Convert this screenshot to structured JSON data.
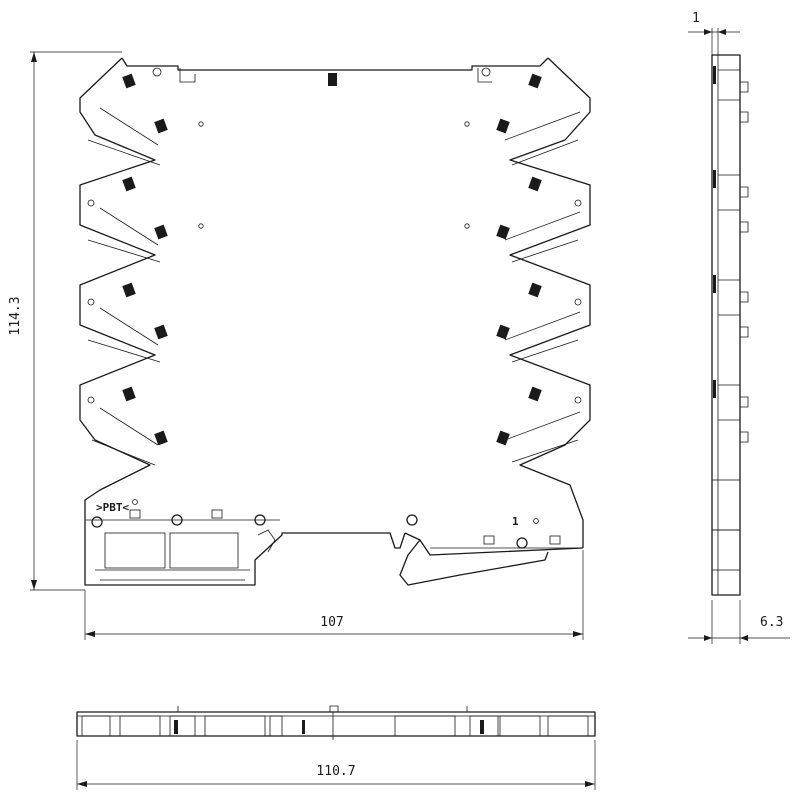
{
  "dimensions": {
    "height": "114.3",
    "width_front": "107",
    "width_bottom": "110.7",
    "side_top": "1",
    "side_depth": "6.3"
  },
  "markings": {
    "material": ">PBT<",
    "pin_one": "1"
  },
  "colors": {
    "line": "#1a1a1a",
    "background": "#ffffff"
  }
}
